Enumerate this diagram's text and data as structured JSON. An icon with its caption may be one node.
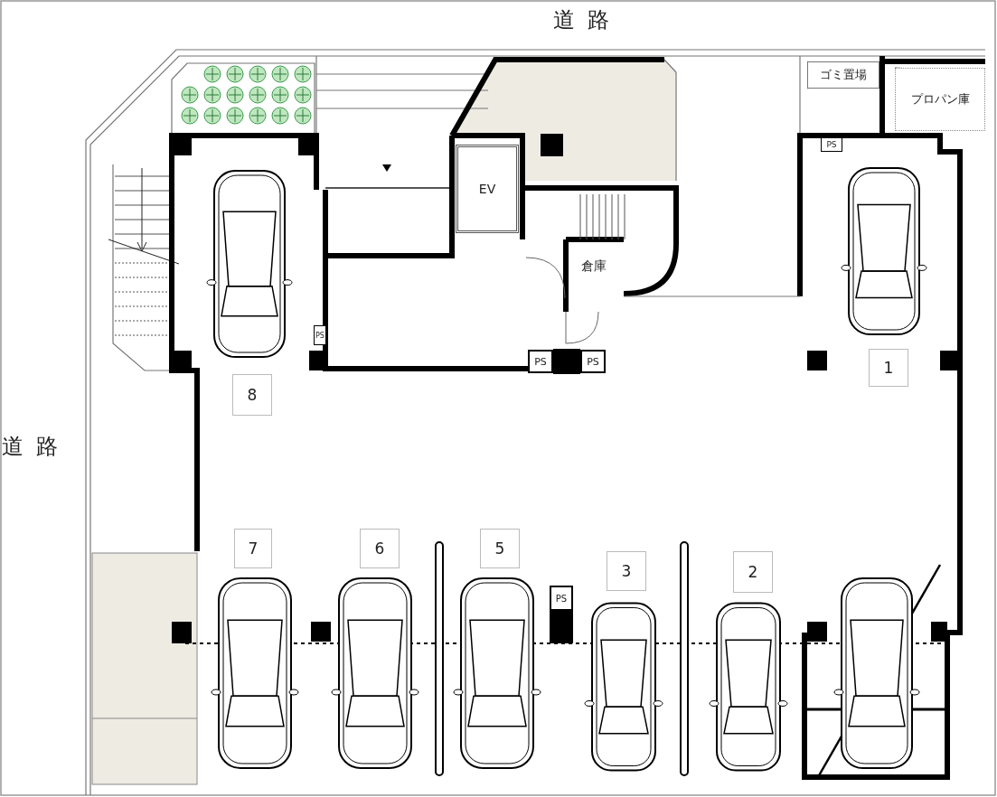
{
  "diagram": {
    "nodes": [
      {
        "text": [
          "ゴミ置場"
        ]
      },
      {
        "text": [
          "プロパン庫"
        ]
      },
      {
        "text": [
          "PS"
        ]
      },
      {
        "text": [
          "EV"
        ]
      },
      {
        "text": [
          "倉庫"
        ]
      },
      {
        "text": [
          "PS"
        ]
      },
      {
        "text": [
          "PS"
        ]
      },
      {
        "text": [
          "PS"
        ]
      },
      {
        "text": [
          "1"
        ]
      },
      {
        "text": [
          "8"
        ]
      },
      {
        "text": [
          "7"
        ]
      },
      {
        "text": [
          "6"
        ]
      },
      {
        "text": [
          "5"
        ]
      },
      {
        "text": [
          "PS"
        ]
      },
      {
        "text": [
          "3"
        ]
      },
      {
        "text": [
          "2"
        ]
      }
    ],
    "labels": [
      "道路",
      "道路"
    ]
  }
}
